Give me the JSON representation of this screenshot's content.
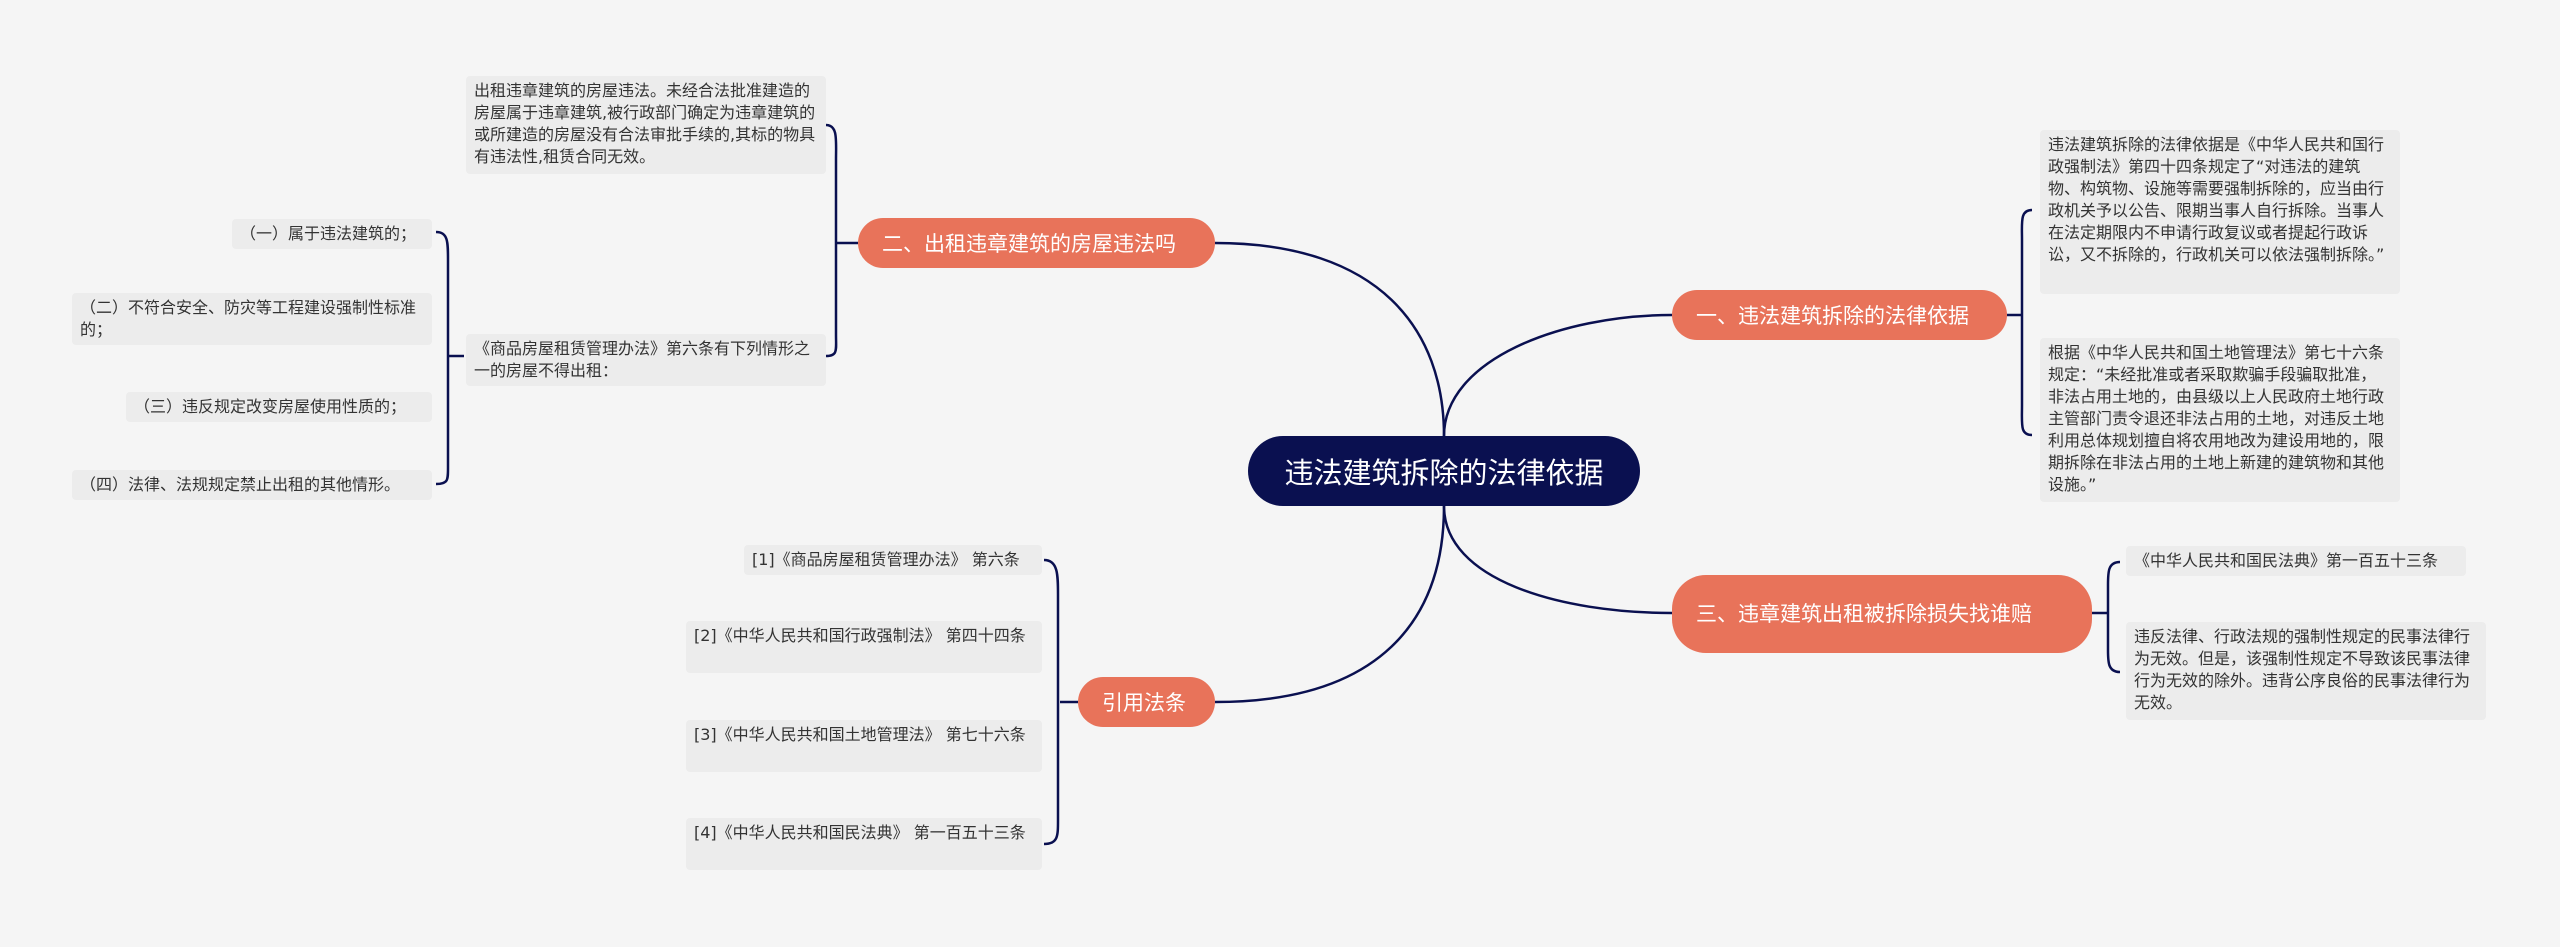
{
  "root": {
    "label": "违法建筑拆除的法律依据"
  },
  "branches": {
    "b1": {
      "label": "一、违法建筑拆除的法律依据",
      "leaves": [
        "违法建筑拆除的法律依据是《中华人民共和国行政强制法》第四十四条规定了“对违法的建筑物、构筑物、设施等需要强制拆除的，应当由行政机关予以公告、限期当事人自行拆除。当事人在法定期限内不申请行政复议或者提起行政诉讼，又不拆除的，行政机关可以依法强制拆除。”",
        "根据《中华人民共和国土地管理法》第七十六条规定：“未经批准或者采取欺骗手段骗取批准，非法占用土地的，由县级以上人民政府土地行政主管部门责令退还非法占用的土地，对违反土地利用总体规划擅自将农用地改为建设用地的，限期拆除在非法占用的土地上新建的建筑物和其他设施。”"
      ]
    },
    "b2": {
      "label": "二、出租违章建筑的房屋违法吗",
      "leaves": [
        "出租违章建筑的房屋违法。未经合法批准建造的房屋属于违章建筑,被行政部门确定为违章建筑的或所建造的房屋没有合法审批手续的,其标的物具有违法性,租赁合同无效。",
        "《商品房屋租赁管理办法》第六条有下列情形之一的房屋不得出租："
      ],
      "subleaves": [
        "（一）属于违法建筑的；",
        "（二）不符合安全、防灾等工程建设强制性标准的；",
        "（三）违反规定改变房屋使用性质的；",
        "（四）法律、法规规定禁止出租的其他情形。"
      ]
    },
    "b3": {
      "label": "三、违章建筑出租被拆除损失找谁赔",
      "leaves": [
        "《中华人民共和国民法典》第一百五十三条",
        "违反法律、行政法规的强制性规定的民事法律行为无效。但是，该强制性规定不导致该民事法律行为无效的除外。违背公序良俗的民事法律行为无效。"
      ]
    },
    "b4": {
      "label": "引用法条",
      "leaves": [
        "[1]《商品房屋租赁管理办法》 第六条",
        "[2]《中华人民共和国行政强制法》 第四十四条",
        "[3]《中华人民共和国土地管理法》 第七十六条",
        "[4]《中华人民共和国民法典》 第一百五十三条"
      ]
    }
  },
  "colors": {
    "root": "#0a1050",
    "branch": "#e8735a",
    "line": "#0a1050",
    "leaf": "#ececec"
  }
}
